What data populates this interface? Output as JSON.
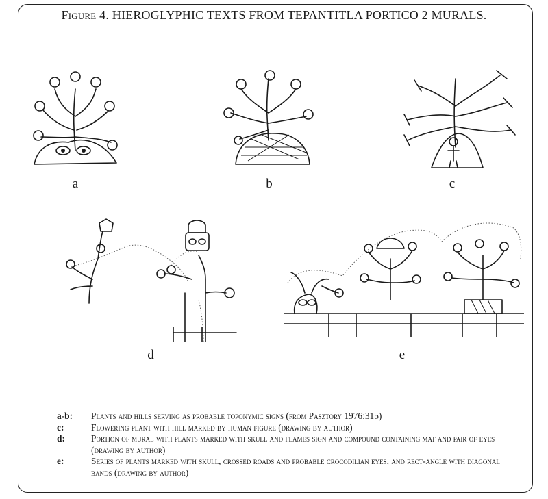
{
  "figure": {
    "title_label": "Figure",
    "title_number": "4.",
    "title_text": "HIEROGLYPHIC TEXTS FROM TEPANTITLA PORTICO 2 MURALS."
  },
  "panels": {
    "a": "a",
    "b": "b",
    "c": "c",
    "d": "d",
    "e": "e"
  },
  "captions": [
    {
      "key": "a-b:",
      "text": "Plants and hills serving as probable toponymic signs (from Pasztory 1976:315)"
    },
    {
      "key": "c:",
      "text": "Flowering plant with hill marked by human figure (drawing by author)"
    },
    {
      "key": "d:",
      "text": "Portion of mural with plants marked with skull and flames sign and compound containing mat and pair of eyes (drawing by author)"
    },
    {
      "key": "e:",
      "text": "Series of plants marked with skull, crossed roads and probable crocodilian eyes, and rect-angle with diagonal bands (drawing by author)"
    }
  ]
}
